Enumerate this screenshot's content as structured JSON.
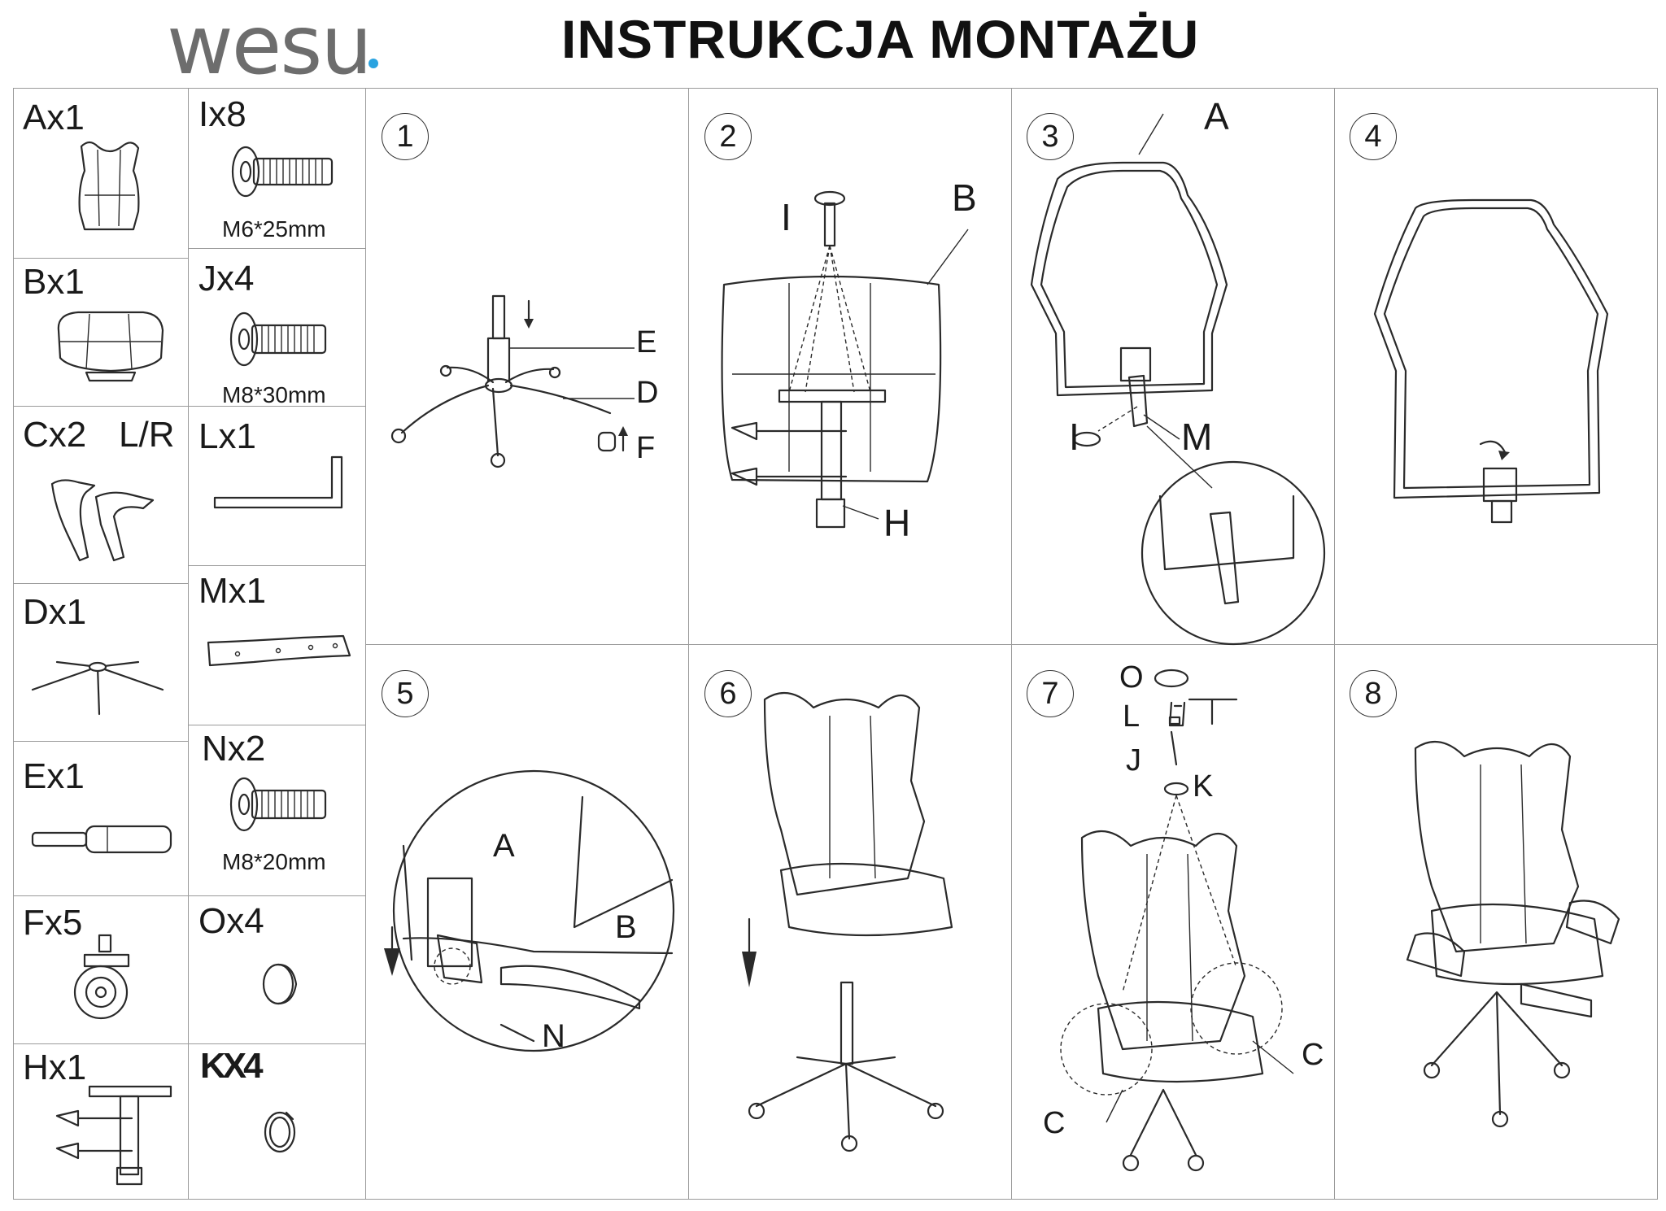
{
  "header": {
    "brand": "wesu",
    "brand_dot_color": "#2aa3e0",
    "title": "INSTRUKCJA MONTAŻU"
  },
  "parts": [
    {
      "id": "A",
      "label": "Ax1",
      "icon": "backrest-icon"
    },
    {
      "id": "B",
      "label": "Bx1",
      "icon": "seat-cushion-icon"
    },
    {
      "id": "C",
      "label": "Cx2",
      "side_label": "L/R",
      "icon": "armrests-icon"
    },
    {
      "id": "D",
      "label": "Dx1",
      "icon": "star-base-icon"
    },
    {
      "id": "E",
      "label": "Ex1",
      "icon": "gas-lift-icon"
    },
    {
      "id": "F",
      "label": "Fx5",
      "icon": "caster-wheel-icon"
    },
    {
      "id": "H",
      "label": "Hx1",
      "icon": "tilt-mechanism-icon"
    },
    {
      "id": "I",
      "label": "Ix8",
      "spec": "M6*25mm",
      "icon": "bolt-icon"
    },
    {
      "id": "J",
      "label": "Jx4",
      "spec": "M8*30mm",
      "icon": "bolt-icon"
    },
    {
      "id": "L",
      "label": "Lx1",
      "icon": "allen-key-icon"
    },
    {
      "id": "M",
      "label": "Mx1",
      "icon": "connecting-plate-icon"
    },
    {
      "id": "N",
      "label": "Nx2",
      "spec": "M8*20mm",
      "icon": "bolt-icon"
    },
    {
      "id": "O",
      "label": "Ox4",
      "icon": "cap-icon"
    },
    {
      "id": "K",
      "label": "KX4",
      "icon": "washer-icon"
    }
  ],
  "steps": [
    {
      "number": "1",
      "labels": [
        "E",
        "D",
        "F"
      ]
    },
    {
      "number": "2",
      "labels": [
        "I",
        "B",
        "H"
      ]
    },
    {
      "number": "3",
      "labels": [
        "A",
        "I",
        "M"
      ]
    },
    {
      "number": "4",
      "labels": []
    },
    {
      "number": "5",
      "labels": [
        "A",
        "B",
        "N"
      ]
    },
    {
      "number": "6",
      "labels": []
    },
    {
      "number": "7",
      "labels": [
        "O",
        "L",
        "J",
        "K",
        "C",
        "C"
      ]
    },
    {
      "number": "8",
      "labels": []
    }
  ]
}
